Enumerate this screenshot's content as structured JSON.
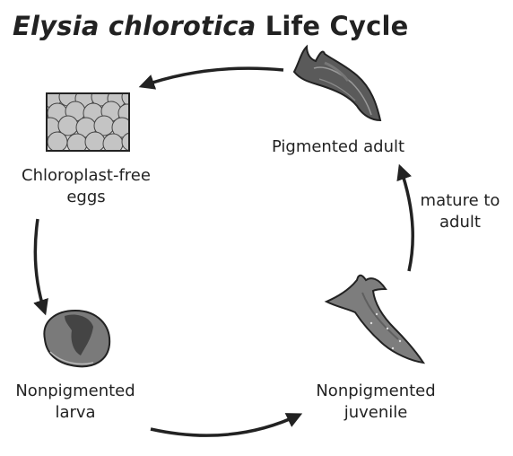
{
  "title": {
    "species": "Elysia chlorotica",
    "rest": "Life Cycle"
  },
  "stages": {
    "eggs": {
      "line1": "Chloroplast-free",
      "line2": "eggs",
      "icon": "egg-mass-icon"
    },
    "larva": {
      "line1": "Nonpigmented",
      "line2": "larva",
      "icon": "larva-shell-icon"
    },
    "juvenile": {
      "line1": "Nonpigmented",
      "line2": "juvenile",
      "icon": "juvenile-slug-icon"
    },
    "adult": {
      "line1": "Pigmented adult",
      "icon": "adult-slug-icon"
    }
  },
  "transitions": {
    "juvenile_to_adult": {
      "line1": "mature to",
      "line2": "adult"
    }
  },
  "colors": {
    "text": "#222222",
    "arrow": "#222222",
    "egg_fill": "#c8c8c8",
    "slug_dark": "#5a5a5a",
    "slug_mid": "#7d7d7d",
    "larva_dark": "#444444"
  }
}
